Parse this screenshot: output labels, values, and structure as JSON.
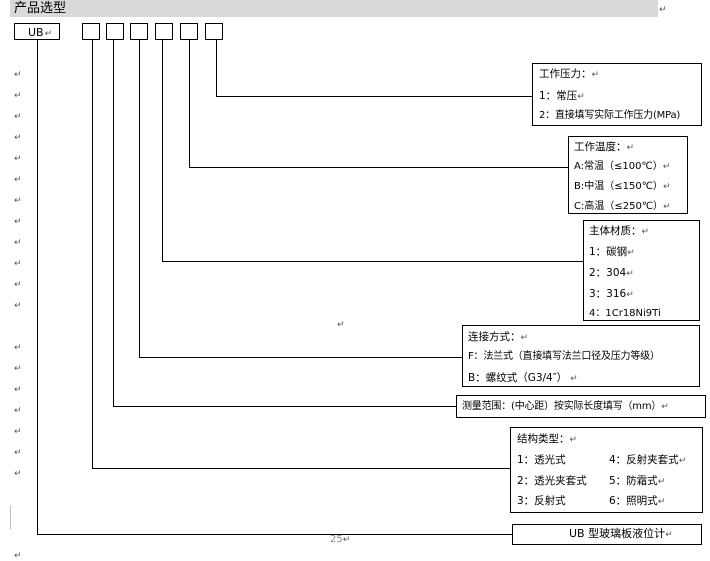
{
  "header": {
    "title": "产品选型",
    "mark": "↵"
  },
  "code": {
    "prefix": "UB",
    "prefix_mark": "↵"
  },
  "paragraph_mark": "↵",
  "groups": {
    "working_pressure": {
      "title": "工作压力：",
      "items": [
        "1：常压",
        "2：直接填写实际工作压力(MPa)"
      ]
    },
    "working_temperature": {
      "title": "工作温度：",
      "items": [
        "A:常温（≤100℃）",
        "B:中温（≤150℃）",
        "C:高温（≤250℃）"
      ]
    },
    "body_material": {
      "title": "主体材质：",
      "items": [
        "1：碳钢",
        "2：304",
        "3：316",
        "4：1Cr18Ni9Ti"
      ]
    },
    "connection": {
      "title": "连接方式：",
      "items": [
        "F：法兰式（直接填写法兰口径及压力等级）",
        "B：螺纹式（G3/4″）"
      ]
    },
    "measuring_range": {
      "title": "测量范围：(中心距）按实际长度填写（mm）"
    },
    "structure_type": {
      "title": "结构类型：",
      "rows": [
        [
          "1：透光式",
          "4：反射夹套式"
        ],
        [
          "2：透光夹套式",
          "5：防霜式"
        ],
        [
          "3：反射式",
          "6：照明式"
        ]
      ]
    },
    "product_name": {
      "title": "UB 型玻璃板液位计"
    }
  },
  "footer": {
    "page_number": "25"
  }
}
